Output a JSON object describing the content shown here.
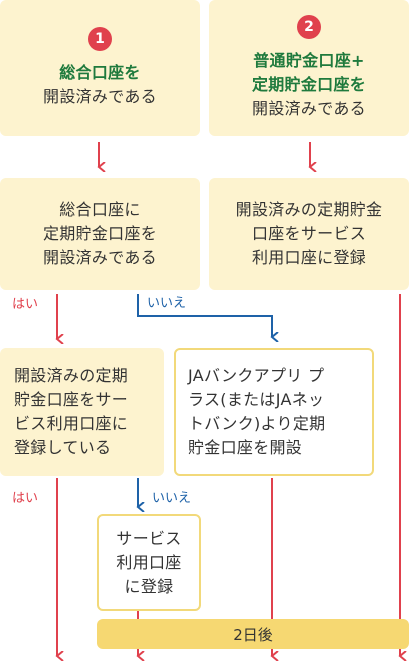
{
  "boxes": {
    "box1": {
      "number": "1",
      "line1": "総合口座を",
      "line2": "開設済みである"
    },
    "box2": {
      "number": "2",
      "line1": "普通貯金口座+",
      "line2": "定期貯金口座を",
      "line3": "開設済みである"
    },
    "box3": {
      "line1": "総合口座に",
      "line2": "定期貯金口座を",
      "line3": "開設済みである"
    },
    "box4": {
      "line1": "開設済みの定期貯金",
      "line2": "口座をサービス",
      "line3": "利用口座に登録"
    },
    "box5": {
      "line1": "開設済みの定期",
      "line2": "貯金口座をサー",
      "line3": "ビス利用口座に",
      "line4": "登録している"
    },
    "box6": {
      "line1": "JAバンクアプリ プ",
      "line2": "ラス(またはJAネッ",
      "line3": "トバンク)より定期",
      "line4": "貯金口座を開設"
    },
    "box7": {
      "line1": "サービス",
      "line2": "利用口座",
      "line3": "に登録"
    }
  },
  "labels": {
    "yes1": "はい",
    "no1": "いいえ",
    "yes2": "はい",
    "no2": "いいえ"
  },
  "bar": {
    "text": "2日後"
  },
  "colors": {
    "red": "#e0414d",
    "blue": "#1e62a8",
    "cream": "#fdf3cf",
    "yellow": "#f6d872",
    "green": "#1f7a3d"
  }
}
